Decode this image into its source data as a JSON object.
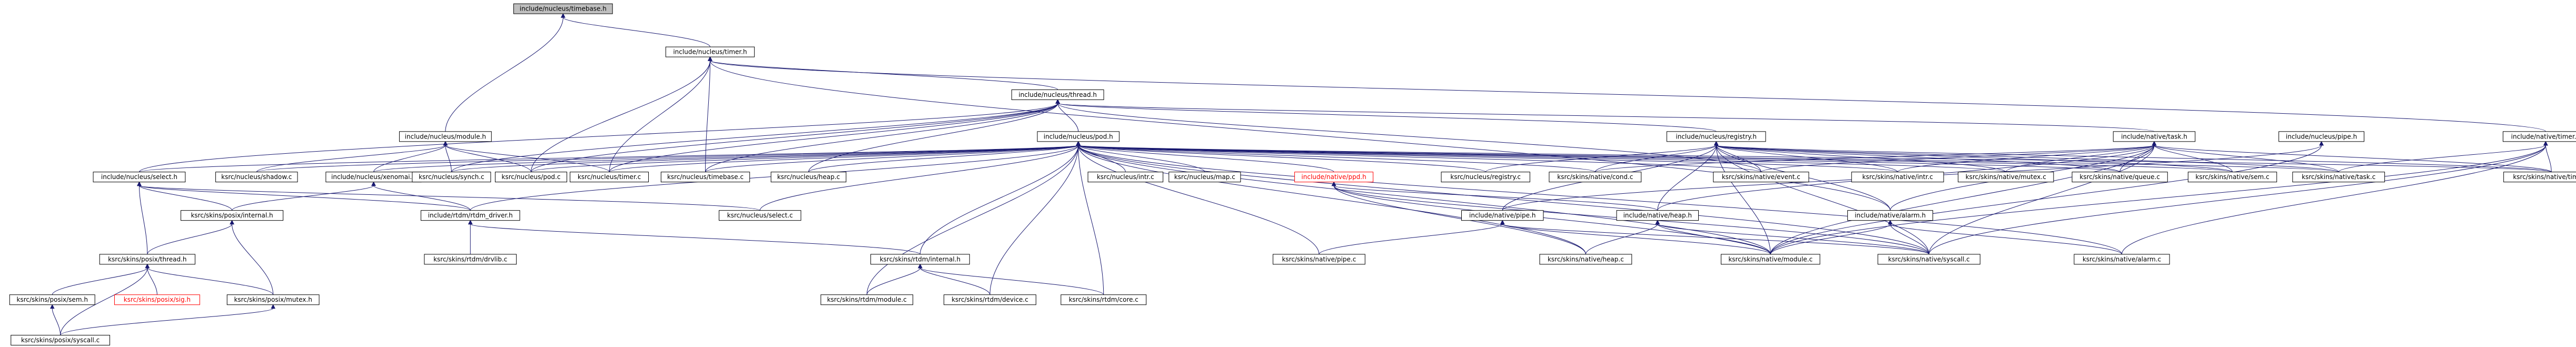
{
  "diagram": {
    "colors": {
      "node_fill": "#ffffff",
      "root_fill": "#bfbfbf",
      "node_border": "#000000",
      "missing_border": "#ff0000",
      "edge": "#191970"
    },
    "nodes": [
      {
        "id": "timebase_h",
        "label": "include/nucleus/timebase.h",
        "root": true
      },
      {
        "id": "timer_h",
        "label": "include/nucleus/timer.h"
      },
      {
        "id": "module_h",
        "label": "include/nucleus/module.h"
      },
      {
        "id": "thread_h",
        "label": "include/nucleus/thread.h"
      },
      {
        "id": "pod_h",
        "label": "include/nucleus/pod.h"
      },
      {
        "id": "registry_h",
        "label": "include/nucleus/registry.h"
      },
      {
        "id": "ntask_h",
        "label": "include/native/task.h"
      },
      {
        "id": "npipe_h",
        "label": "include/nucleus/pipe.h"
      },
      {
        "id": "ntimer_h",
        "label": "include/native/timer.h"
      },
      {
        "id": "select_h",
        "label": "include/nucleus/select.h"
      },
      {
        "id": "shadow_c",
        "label": "ksrc/nucleus/shadow.c"
      },
      {
        "id": "xenomai_h",
        "label": "include/nucleus/xenomai.h"
      },
      {
        "id": "synch_c",
        "label": "ksrc/nucleus/synch.c"
      },
      {
        "id": "pod_c",
        "label": "ksrc/nucleus/pod.c"
      },
      {
        "id": "timer_c",
        "label": "ksrc/nucleus/timer.c"
      },
      {
        "id": "timebase_c",
        "label": "ksrc/nucleus/timebase.c"
      },
      {
        "id": "heap_c",
        "label": "ksrc/nucleus/heap.c"
      },
      {
        "id": "intr_c",
        "label": "ksrc/nucleus/intr.c"
      },
      {
        "id": "map_c",
        "label": "ksrc/nucleus/map.c"
      },
      {
        "id": "ppd_h",
        "label": "include/native/ppd.h",
        "missing": true
      },
      {
        "id": "registry_c",
        "label": "ksrc/nucleus/registry.c"
      },
      {
        "id": "cond_c",
        "label": "ksrc/skins/native/cond.c"
      },
      {
        "id": "event_c",
        "label": "ksrc/skins/native/event.c"
      },
      {
        "id": "nintr_c",
        "label": "ksrc/skins/native/intr.c"
      },
      {
        "id": "mutex_c",
        "label": "ksrc/skins/native/mutex.c"
      },
      {
        "id": "queue_c",
        "label": "ksrc/skins/native/queue.c"
      },
      {
        "id": "sem_c",
        "label": "ksrc/skins/native/sem.c"
      },
      {
        "id": "task_c",
        "label": "ksrc/skins/native/task.c"
      },
      {
        "id": "ntimer_c",
        "label": "ksrc/skins/native/timer.c"
      },
      {
        "id": "posix_internal_h",
        "label": "ksrc/skins/posix/internal.h"
      },
      {
        "id": "rtdm_driver_h",
        "label": "include/rtdm/rtdm_driver.h"
      },
      {
        "id": "select_c",
        "label": "ksrc/nucleus/select.c"
      },
      {
        "id": "nativepipe_h",
        "label": "include/native/pipe.h"
      },
      {
        "id": "nativeheap_h",
        "label": "include/native/heap.h"
      },
      {
        "id": "alarm_h",
        "label": "include/native/alarm.h"
      },
      {
        "id": "posix_thread_h",
        "label": "ksrc/skins/posix/thread.h"
      },
      {
        "id": "drvlib_c",
        "label": "ksrc/skins/rtdm/drvlib.c"
      },
      {
        "id": "rtdm_internal_h",
        "label": "ksrc/skins/rtdm/internal.h"
      },
      {
        "id": "npipe_c",
        "label": "ksrc/skins/native/pipe.c"
      },
      {
        "id": "nheap_c",
        "label": "ksrc/skins/native/heap.c"
      },
      {
        "id": "nmodule_c",
        "label": "ksrc/skins/native/module.c"
      },
      {
        "id": "nsyscall_c",
        "label": "ksrc/skins/native/syscall.c"
      },
      {
        "id": "nalarm_c",
        "label": "ksrc/skins/native/alarm.c"
      },
      {
        "id": "psem_h",
        "label": "ksrc/skins/posix/sem.h"
      },
      {
        "id": "psig_h",
        "label": "ksrc/skins/posix/sig.h",
        "missing": true
      },
      {
        "id": "pmutex_h",
        "label": "ksrc/skins/posix/mutex.h"
      },
      {
        "id": "rmodule_c",
        "label": "ksrc/skins/rtdm/module.c"
      },
      {
        "id": "rdevice_c",
        "label": "ksrc/skins/rtdm/device.c"
      },
      {
        "id": "rcore_c",
        "label": "ksrc/skins/rtdm/core.c"
      },
      {
        "id": "psyscall_c",
        "label": "ksrc/skins/posix/syscall.c"
      }
    ],
    "edges": [
      [
        "timebase_h",
        "timer_h"
      ],
      [
        "timebase_h",
        "module_h"
      ],
      [
        "timer_h",
        "thread_h"
      ],
      [
        "timer_h",
        "pod_c"
      ],
      [
        "timer_h",
        "timer_c"
      ],
      [
        "timer_h",
        "timebase_c"
      ],
      [
        "timer_h",
        "ntimer_h"
      ],
      [
        "timer_h",
        "alarm_h"
      ],
      [
        "thread_h",
        "pod_h"
      ],
      [
        "thread_h",
        "registry_h"
      ],
      [
        "thread_h",
        "ntask_h"
      ],
      [
        "thread_h",
        "synch_c"
      ],
      [
        "thread_h",
        "pod_c"
      ],
      [
        "thread_h",
        "timer_c"
      ],
      [
        "thread_h",
        "timebase_c"
      ],
      [
        "thread_h",
        "heap_c"
      ],
      [
        "thread_h",
        "select_h"
      ],
      [
        "thread_h",
        "event_c"
      ],
      [
        "module_h",
        "shadow_c"
      ],
      [
        "module_h",
        "xenomai_h"
      ],
      [
        "module_h",
        "synch_c"
      ],
      [
        "module_h",
        "pod_c"
      ],
      [
        "module_h",
        "timer_c"
      ],
      [
        "pod_h",
        "select_h"
      ],
      [
        "pod_h",
        "shadow_c"
      ],
      [
        "pod_h",
        "xenomai_h"
      ],
      [
        "pod_h",
        "synch_c"
      ],
      [
        "pod_h",
        "pod_c"
      ],
      [
        "pod_h",
        "timer_c"
      ],
      [
        "pod_h",
        "timebase_c"
      ],
      [
        "pod_h",
        "heap_c"
      ],
      [
        "pod_h",
        "intr_c"
      ],
      [
        "pod_h",
        "map_c"
      ],
      [
        "pod_h",
        "ppd_h"
      ],
      [
        "pod_h",
        "registry_c"
      ],
      [
        "pod_h",
        "cond_c"
      ],
      [
        "pod_h",
        "event_c"
      ],
      [
        "pod_h",
        "nintr_c"
      ],
      [
        "pod_h",
        "mutex_c"
      ],
      [
        "pod_h",
        "queue_c"
      ],
      [
        "pod_h",
        "sem_c"
      ],
      [
        "pod_h",
        "task_c"
      ],
      [
        "pod_h",
        "ntimer_c"
      ],
      [
        "pod_h",
        "select_c"
      ],
      [
        "pod_h",
        "rtdm_driver_h"
      ],
      [
        "pod_h",
        "rtdm_internal_h"
      ],
      [
        "pod_h",
        "rmodule_c"
      ],
      [
        "pod_h",
        "rdevice_c"
      ],
      [
        "pod_h",
        "rcore_c"
      ],
      [
        "pod_h",
        "npipe_c"
      ],
      [
        "pod_h",
        "nheap_c"
      ],
      [
        "pod_h",
        "nmodule_c"
      ],
      [
        "pod_h",
        "nsyscall_c"
      ],
      [
        "pod_h",
        "nalarm_c"
      ],
      [
        "registry_h",
        "registry_c"
      ],
      [
        "registry_h",
        "cond_c"
      ],
      [
        "registry_h",
        "event_c"
      ],
      [
        "registry_h",
        "nintr_c"
      ],
      [
        "registry_h",
        "mutex_c"
      ],
      [
        "registry_h",
        "queue_c"
      ],
      [
        "registry_h",
        "sem_c"
      ],
      [
        "registry_h",
        "task_c"
      ],
      [
        "registry_h",
        "ntimer_c"
      ],
      [
        "registry_h",
        "nativepipe_h"
      ],
      [
        "registry_h",
        "nativeheap_h"
      ],
      [
        "registry_h",
        "alarm_h"
      ],
      [
        "registry_h",
        "nmodule_c"
      ],
      [
        "registry_h",
        "nsyscall_c"
      ],
      [
        "ntask_h",
        "cond_c"
      ],
      [
        "ntask_h",
        "event_c"
      ],
      [
        "ntask_h",
        "nintr_c"
      ],
      [
        "ntask_h",
        "mutex_c"
      ],
      [
        "ntask_h",
        "queue_c"
      ],
      [
        "ntask_h",
        "sem_c"
      ],
      [
        "ntask_h",
        "task_c"
      ],
      [
        "ntask_h",
        "ntimer_c"
      ],
      [
        "ntask_h",
        "nmodule_c"
      ],
      [
        "ntask_h",
        "nsyscall_c"
      ],
      [
        "ntask_h",
        "nativeheap_h"
      ],
      [
        "ntask_h",
        "alarm_h"
      ],
      [
        "npipe_h",
        "nativepipe_h"
      ],
      [
        "npipe_h",
        "nmodule_c"
      ],
      [
        "ntimer_h",
        "ntimer_c"
      ],
      [
        "ntimer_h",
        "task_c"
      ],
      [
        "ntimer_h",
        "nmodule_c"
      ],
      [
        "ntimer_h",
        "nsyscall_c"
      ],
      [
        "ntimer_h",
        "nalarm_c"
      ],
      [
        "select_h",
        "posix_internal_h"
      ],
      [
        "select_h",
        "posix_thread_h"
      ],
      [
        "select_h",
        "rtdm_driver_h"
      ],
      [
        "select_h",
        "select_c"
      ],
      [
        "xenomai_h",
        "posix_internal_h"
      ],
      [
        "xenomai_h",
        "rtdm_driver_h"
      ],
      [
        "posix_internal_h",
        "posix_thread_h"
      ],
      [
        "posix_internal_h",
        "pmutex_h"
      ],
      [
        "rtdm_driver_h",
        "drvlib_c"
      ],
      [
        "rtdm_driver_h",
        "rtdm_internal_h"
      ],
      [
        "ppd_h",
        "nativeheap_h"
      ],
      [
        "ppd_h",
        "nheap_c"
      ],
      [
        "ppd_h",
        "nmodule_c"
      ],
      [
        "ppd_h",
        "nsyscall_c"
      ],
      [
        "nativepipe_h",
        "npipe_c"
      ],
      [
        "nativepipe_h",
        "nmodule_c"
      ],
      [
        "nativepipe_h",
        "nsyscall_c"
      ],
      [
        "nativeheap_h",
        "nheap_c"
      ],
      [
        "nativeheap_h",
        "nmodule_c"
      ],
      [
        "nativeheap_h",
        "nsyscall_c"
      ],
      [
        "alarm_h",
        "nalarm_c"
      ],
      [
        "alarm_h",
        "nmodule_c"
      ],
      [
        "alarm_h",
        "nsyscall_c"
      ],
      [
        "posix_thread_h",
        "psem_h"
      ],
      [
        "posix_thread_h",
        "psig_h"
      ],
      [
        "posix_thread_h",
        "pmutex_h"
      ],
      [
        "posix_thread_h",
        "psyscall_c"
      ],
      [
        "psem_h",
        "psyscall_c"
      ],
      [
        "pmutex_h",
        "psyscall_c"
      ],
      [
        "rtdm_internal_h",
        "rmodule_c"
      ],
      [
        "rtdm_internal_h",
        "rdevice_c"
      ],
      [
        "rtdm_internal_h",
        "rcore_c"
      ]
    ]
  }
}
